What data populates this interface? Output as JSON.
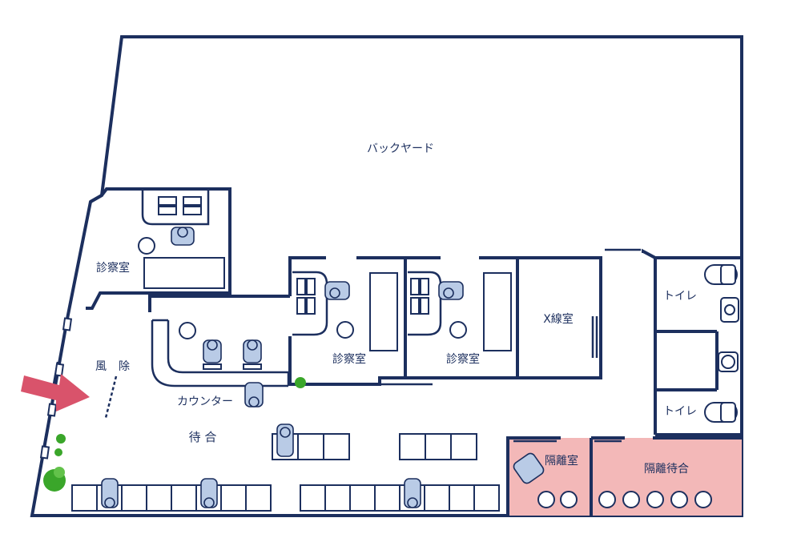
{
  "colors": {
    "wall": "#1c2f5e",
    "isolation_fill": "#f3b8b8",
    "person_fill": "#b9cbe6",
    "arrow": "#d9536b",
    "plant": "#3aa62a"
  },
  "rooms": {
    "backyard": "バックヤード",
    "exam_room_1": "診察室",
    "exam_room_2": "診察室",
    "exam_room_3": "診察室",
    "xray_room": "X線室",
    "toilet_1": "トイレ",
    "toilet_2": "トイレ",
    "windbreak_chars": [
      "風",
      "除"
    ],
    "counter": "カウンター",
    "waiting": "待 合",
    "isolation_room": "隔離室",
    "isolation_waiting": "隔離待合"
  },
  "icons": {
    "entrance_arrow": "entrance-arrow-icon",
    "plant": "plant-icon",
    "person": "person-icon",
    "chair": "stool-icon",
    "toilet": "toilet-icon",
    "sink": "sink-icon"
  }
}
